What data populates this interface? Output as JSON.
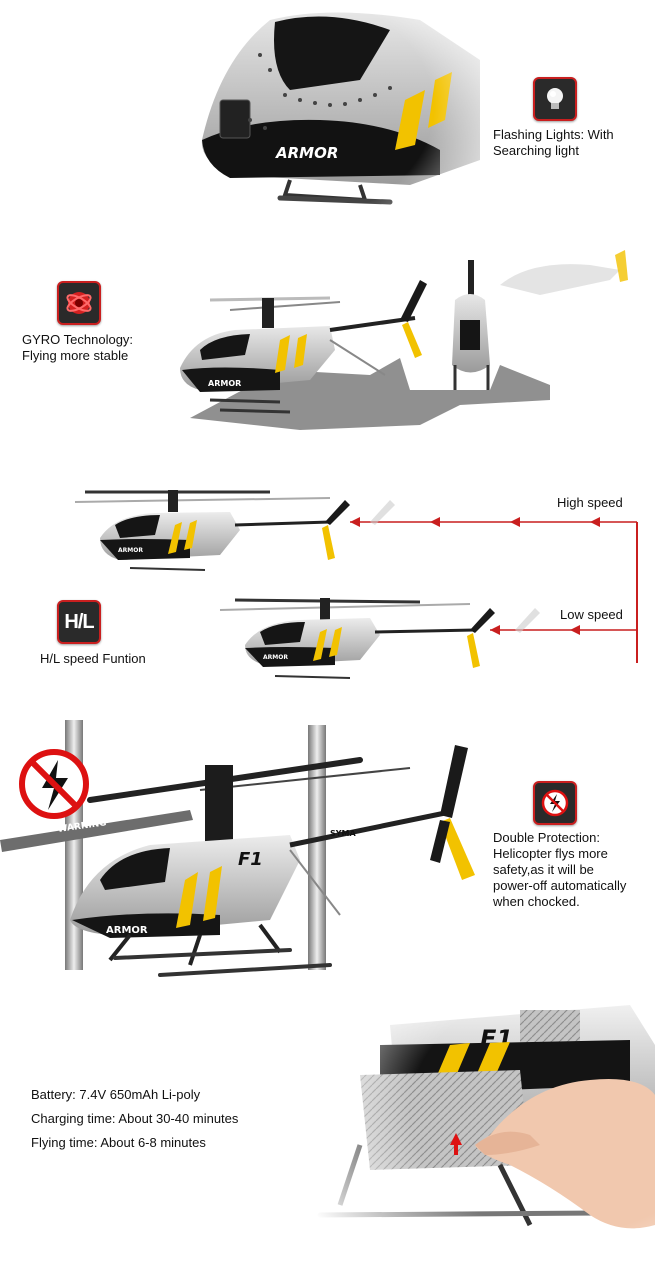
{
  "sections": {
    "lights": {
      "icon": "light-bulb-icon",
      "caption_line1": "Flashing Lights: With",
      "caption_line2": "Searching light"
    },
    "gyro": {
      "icon": "gyro-icon",
      "caption_line1": "GYRO Technology:",
      "caption_line2": "Flying more stable"
    },
    "speed": {
      "icon": "hl-icon",
      "icon_text": "H/L",
      "caption": "H/L speed Funtion",
      "high_label": "High speed",
      "low_label": "Low speed"
    },
    "protection": {
      "icon": "no-electric-icon",
      "caption_line1": "Double  Protection:",
      "caption_line2": "Helicopter flys more",
      "caption_line3": "safety,as it will be",
      "caption_line4": "power-off automatically",
      "caption_line5": "when chocked."
    },
    "battery": {
      "line1": "Battery: 7.4V 650mAh Li-poly",
      "line2": "Charging time: About 30-40 minutes",
      "line3": "Flying time: About 6-8 minutes"
    }
  },
  "logos": {
    "armor": "ARMOR",
    "f1": "F1",
    "warning": "WARNING",
    "syma": "SYMA"
  },
  "colors": {
    "accent_red": "#c91f1f",
    "stripe_yellow": "#f2c200",
    "body_dark": "#1c1c1c",
    "body_silver": "#c8c8c8"
  }
}
